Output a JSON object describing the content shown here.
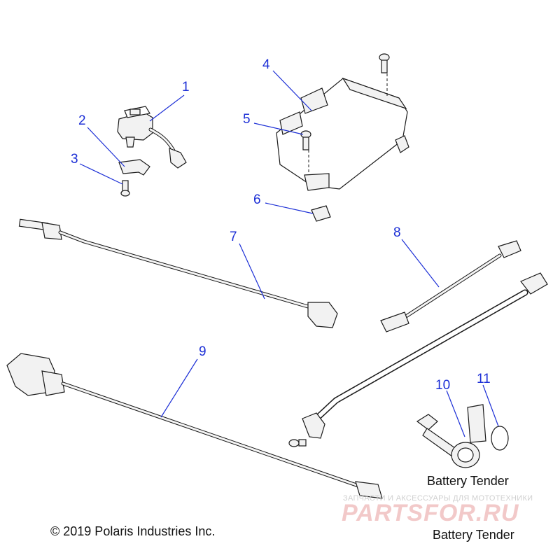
{
  "callouts": [
    {
      "id": "1",
      "label": "1"
    },
    {
      "id": "2",
      "label": "2"
    },
    {
      "id": "3",
      "label": "3"
    },
    {
      "id": "4",
      "label": "4"
    },
    {
      "id": "5",
      "label": "5"
    },
    {
      "id": "6",
      "label": "6"
    },
    {
      "id": "7",
      "label": "7"
    },
    {
      "id": "8",
      "label": "8"
    },
    {
      "id": "9",
      "label": "9"
    },
    {
      "id": "10",
      "label": "10"
    },
    {
      "id": "11",
      "label": "11"
    }
  ],
  "captions": {
    "battery_tender_primary": "Battery Tender",
    "battery_tender_secondary": "Battery Tender",
    "copyright": "© 2019 Polaris Industries Inc."
  },
  "watermark": {
    "tagline": "ЗАПЧАСТИ И АКСЕССУАРЫ ДЛЯ МОТОТЕХНИКИ",
    "brand": "PARTSFOR.RU"
  },
  "colors": {
    "callout": "#1c2fd6",
    "line_art": "#1a1a1a",
    "watermark": "#f2c9c9"
  }
}
